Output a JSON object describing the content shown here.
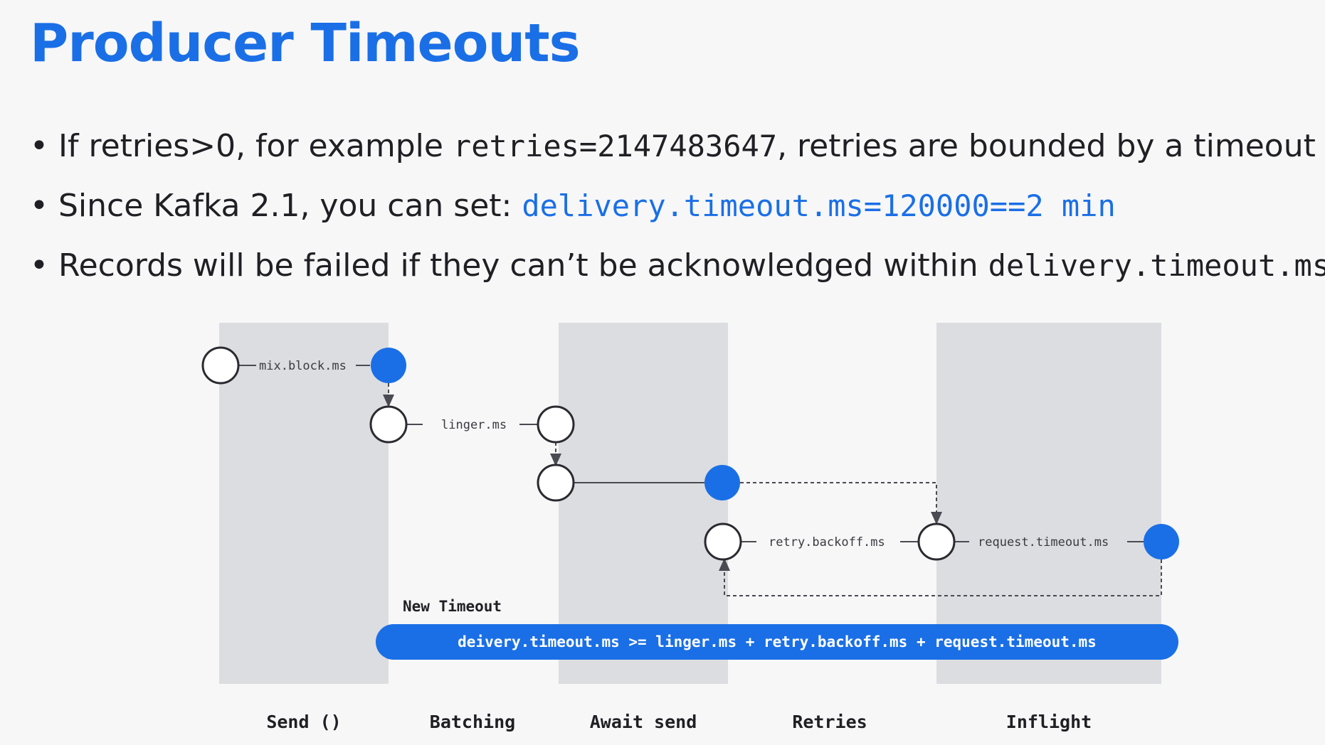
{
  "title": "Producer Timeouts",
  "bullets": [
    {
      "pre": "If retries>0, for example ",
      "code": "retries=2147483647",
      "post": ", retries are bounded by a timeout"
    },
    {
      "pre": "Since Kafka 2.1, you can set: ",
      "code": "delivery.timeout.ms=120000==2 min",
      "post": ""
    },
    {
      "pre": "Records will be failed if they can’t be acknowledged within ",
      "code": "delivery.timeout.ms",
      "post": ""
    }
  ],
  "diagram": {
    "columns": [
      "Send ()",
      "Batching",
      "Await send",
      "Retries",
      "Inflight"
    ],
    "labels": {
      "max_block": "mix.block.ms",
      "linger": "linger.ms",
      "retry_backoff": "retry.backoff.ms",
      "request_timeout": "request.timeout.ms"
    },
    "new_timeout_label": "New Timeout",
    "formula": "deivery.timeout.ms >= linger.ms + retry.backoff.ms + request.timeout.ms"
  },
  "colors": {
    "accent": "#1a6fe6",
    "column_shade": "#dcdde0",
    "node_fill": "#ffffff"
  }
}
